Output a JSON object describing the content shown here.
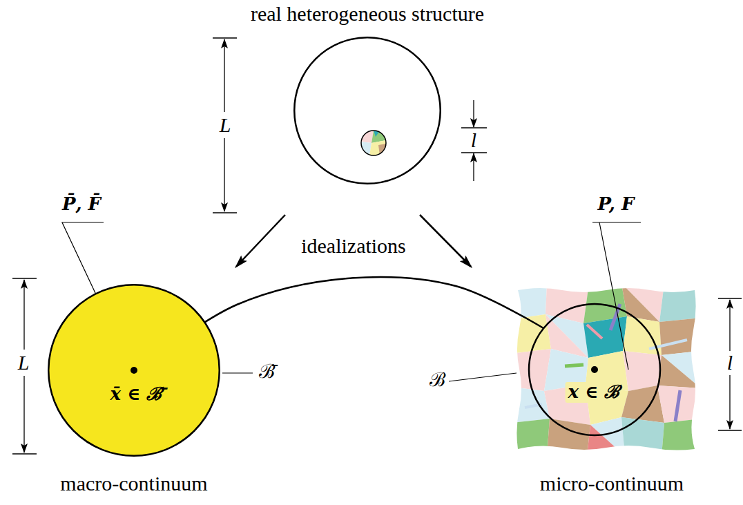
{
  "diagram": {
    "nodes": [
      {
        "text": [
          "real heterogeneous structure"
        ]
      },
      {
        "text": [
          "x̄ ∈ ℬ̄",
          "macro-continuum"
        ]
      },
      {
        "text": [
          "x ∈ ℬ",
          "micro-continuum"
        ]
      }
    ],
    "edges": [
      {
        "from": 0,
        "to": 1,
        "arrow": "to"
      },
      {
        "from": 0,
        "to": 2,
        "arrow": "to"
      },
      {
        "from": 2,
        "to": 1,
        "arrow": "to"
      }
    ],
    "labels": [
      "L",
      "l",
      "idealizations",
      "P̄, F̄",
      "ℬ̄",
      "L",
      "P, F",
      "ℬ",
      "l"
    ]
  }
}
